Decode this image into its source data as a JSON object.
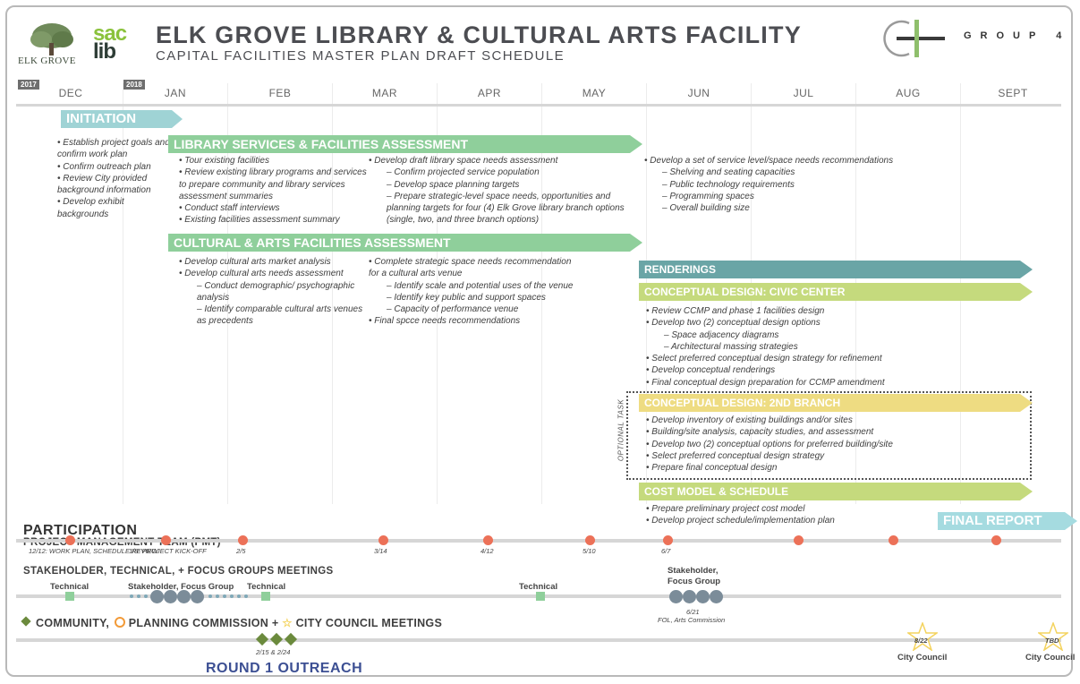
{
  "header": {
    "elk_grove_logo_text": "ELK GROVE",
    "sac_lib_logo": "sac lib",
    "title": "ELK GROVE LIBRARY & CULTURAL ARTS FACILITY",
    "subtitle": "CAPITAL FACILITIES MASTER PLAN DRAFT SCHEDULE",
    "group_logo_text": "GROUP 4"
  },
  "timeline": {
    "year_2017": "2017",
    "year_2018": "2018",
    "months": [
      "DEC",
      "JAN",
      "FEB",
      "MAR",
      "APR",
      "MAY",
      "JUN",
      "JUL",
      "AUG",
      "SEPT"
    ]
  },
  "tasks": {
    "initiation": {
      "label": "INITIATION",
      "items": [
        "Establish project goals and confirm work plan",
        "Confirm outreach plan",
        "Review City provided background information",
        "Develop exhibit backgrounds"
      ]
    },
    "library": {
      "label": "LIBRARY SERVICES & FACILITIES ASSESSMENT",
      "col1": [
        "Tour existing facilities",
        "Review existing library programs and services to prepare community and library services assessment summaries",
        "Conduct staff interviews",
        "Existing facilities assessment summary"
      ],
      "col2_head": "Develop draft library space needs assessment",
      "col2_subs": [
        "Confirm projected service population",
        "Develop space planning targets",
        "Prepare strategic-level space needs, opportunities and planning targets for four (4) Elk Grove library branch options (single, two, and three branch options)"
      ],
      "col3_head": "Develop a set of service level/space needs recommendations",
      "col3_subs": [
        "Shelving and seating capacities",
        "Public technology requirements",
        "Programming spaces",
        "Overall building size"
      ]
    },
    "cultural": {
      "label": "CULTURAL & ARTS FACILITIES ASSESSMENT",
      "col1_items": [
        "Develop cultural arts market analysis",
        "Develop cultural arts needs assessment"
      ],
      "col1_subs": [
        "Conduct demographic/ psychographic analysis",
        "Identify comparable cultural arts venues as precedents"
      ],
      "col2_head": "Complete strategic space needs recommendation for a cultural arts venue",
      "col2_subs": [
        "Identify scale and potential uses of the venue",
        "Identify key public and support spaces",
        "Capacity of performance venue"
      ],
      "col2_tail": "Final spcce needs recommendations"
    },
    "renderings": {
      "label": "RENDERINGS"
    },
    "civic": {
      "label": "CONCEPTUAL DESIGN: CIVIC CENTER",
      "items": [
        "Review CCMP and phase 1 facilities design",
        "Develop two (2) conceptual design options"
      ],
      "subs": [
        "Space adjacency diagrams",
        "Architectural massing strategies"
      ],
      "items2": [
        "Select preferred conceptual design strategy for refinement",
        "Develop conceptual renderings",
        "Final conceptual design preparation for CCMP amendment"
      ]
    },
    "branch": {
      "label": "CONCEPTUAL DESIGN: 2ND BRANCH",
      "optional_label": "OPTIONAL TASK",
      "items": [
        "Develop inventory of existing buildings and/or sites",
        "Building/site analysis, capacity studies, and assessment",
        "Develop two (2) conceptual options for preferred building/site",
        "Select preferred conceptual design strategy",
        "Prepare final conceptual design"
      ]
    },
    "cost": {
      "label": "COST MODEL & SCHEDULE",
      "items": [
        "Prepare preliminary project cost model",
        "Develop project schedule/implementation plan"
      ]
    },
    "final": {
      "label": "FINAL REPORT"
    }
  },
  "participation": {
    "title": "PARTICIPATION",
    "pmt_title": "PROJECT MANAGEMENT TEAM (PMT)",
    "pmt_labels": [
      "12/12: WORK PLAN, SCHEDULE REVIEW",
      "1/8: PROJECT KICK-OFF",
      "2/5",
      "3/14",
      "4/12",
      "5/10",
      "6/7"
    ],
    "stake_title": "STAKEHOLDER, TECHNICAL, + FOCUS GROUPS MEETINGS",
    "stake_labels": {
      "technical_1": "Technical",
      "stakeholder_focus": "Stakeholder, Focus Group",
      "technical_2": "Technical",
      "technical_3": "Technical",
      "stakeholder_june_1": "Stakeholder,",
      "stakeholder_june_2": "Focus Group",
      "june_date": "6/21",
      "june_note": "FOL, Arts Commission"
    },
    "community_title": {
      "community": "COMMUNITY,",
      "planning": "PLANNING COMMISSION +",
      "council": "CITY COUNCIL MEETINGS"
    },
    "community_labels": {
      "feb_dates": "2/15 & 2/24",
      "aug_date": "8/22",
      "aug_label": "City Council",
      "sept_date": "TBD",
      "sept_label": "City Council"
    },
    "round_label": "ROUND 1 OUTREACH"
  },
  "colors": {
    "initiation": "#9fd3d5",
    "assessment": "#8fcf9b",
    "renderings": "#6aa5a6",
    "civic": "#c5da7d",
    "branch": "#eedc82",
    "pmt_dot": "#ec7158",
    "community": "#6b8a3d",
    "planning": "#f29a38",
    "council": "#f4d35e",
    "outreach": "#3c4f93"
  }
}
